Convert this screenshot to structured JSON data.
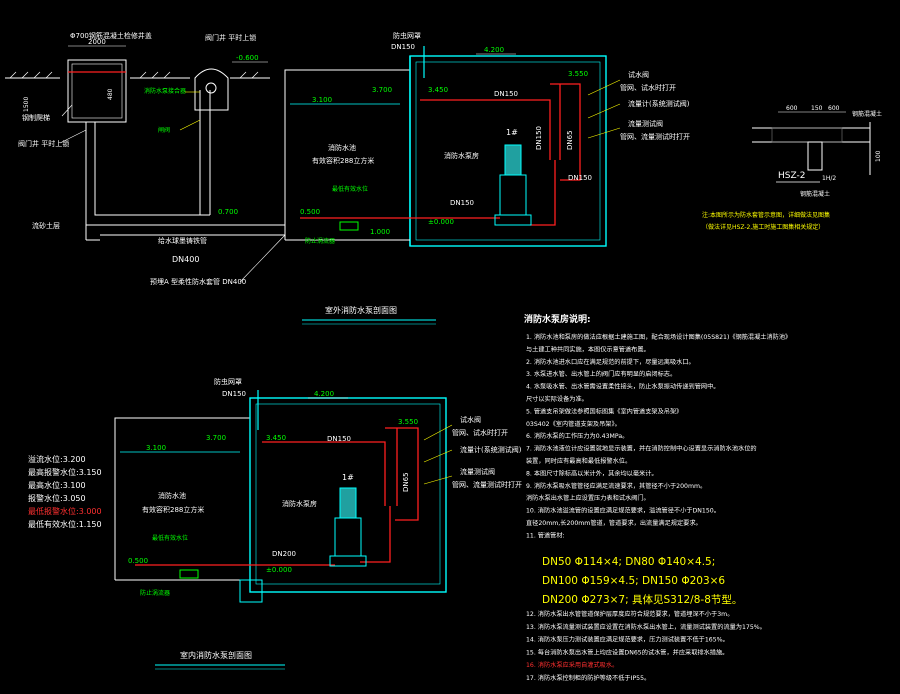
{
  "colors": {
    "background": "#000000",
    "wall": "#00ffff",
    "pipe": "#ff2020",
    "text": "#ffffff",
    "note": "#ffff00",
    "equip": "#00ff00"
  },
  "top": {
    "well_label": "Φ700钢筋混凝土检修井盖",
    "dim_2000": "2000",
    "dim_480": "480",
    "dim_1500": "1500",
    "valve_well_label": "阀门井 平时上锁",
    "elev_m0600": "-0.600",
    "left_label_1": "钢制爬梯",
    "left_label_2": "阀门井 平时上锁",
    "left_label_3": "流砂土层",
    "gate_valve": "消防水泵接合器",
    "check_valve": "闸阀",
    "elev_0700": "0.700",
    "bottom_pipe_label": "给水球墨铸铁管",
    "dn400": "DN400",
    "pre_pipe_label": "预埋A 型柔性防水套管 DN400",
    "vent_label": "防虫网罩",
    "vent_dn": "DN150",
    "elev_4200": "4.200",
    "elev_3550": "3.550",
    "elev_3700": "3.700",
    "elev_3450": "3.450",
    "elev_3100": "3.100",
    "pool_name": "消防水池",
    "pool_cap": "有效容积288立方米",
    "min_level": "最低有效水位",
    "pump_room": "消防水泵房",
    "dn150_a": "DN150",
    "dn150_b": "DN150",
    "dn150_c": "DN150",
    "dn65": "DN65",
    "pump_no": "1#",
    "elev_0500": "0.500",
    "elev_000": "±0.000",
    "elev_1000": "1.000",
    "sump": "防止涡流器",
    "r_label_1": "试水阀",
    "r_label_2": "管网、试水时打开",
    "r_label_3": "流量计(系统测试阀)",
    "r_label_4": "流量测试阀",
    "r_label_5": "管网、流量测试时打开",
    "title": "室外消防水泵剖面图"
  },
  "detail": {
    "d600a": "600",
    "d150": "150",
    "d600b": "600",
    "side": "钢筋混凝土",
    "side2": "100",
    "tag": "HSZ-2",
    "sub": "1H/2",
    "bottom": "钢筋混凝土",
    "note1": "注:本图所示为防水套管示意图，详细做法见图集",
    "note2": "（做法详见HSZ-2,施工时施工图集相关规定）"
  },
  "bottom": {
    "vent_label": "防虫网罩",
    "vent_dn": "DN150",
    "elev_4200": "4.200",
    "elev_3550": "3.550",
    "elev_3700": "3.700",
    "elev_3450": "3.450",
    "elev_3100": "3.100",
    "pool_name": "消防水池",
    "pool_cap": "有效容积288立方米",
    "pump_room": "消防水泵房",
    "dn150": "DN150",
    "dn65": "DN65",
    "dn200": "DN200",
    "pump_no": "1#",
    "elev_0500": "0.500",
    "elev_000": "±0.000",
    "min_level": "最低有效水位",
    "sump": "防止涡流器",
    "r_label_1": "试水阀",
    "r_label_2": "管网、试水时打开",
    "r_label_3": "流量计(系统测试阀)",
    "r_label_4": "流量测试阀",
    "r_label_5": "管网、流量测试时打开",
    "title": "室内消防水泵剖面图"
  },
  "levels": [
    {
      "text": "溢流水位:3.200",
      "color": "#ffffff"
    },
    {
      "text": "最高报警水位:3.150",
      "color": "#ffffff"
    },
    {
      "text": "最高水位:3.100",
      "color": "#ffffff"
    },
    {
      "text": "报警水位:3.050",
      "color": "#ffffff"
    },
    {
      "text": "最低报警水位:3.000",
      "color": "#ff3030"
    },
    {
      "text": "最低有效水位:1.150",
      "color": "#ffffff"
    }
  ],
  "notes": {
    "heading": "消防水泵房说明:",
    "items": [
      {
        "text": "1. 消防水池和泵房的做法应根据土建施工图，配合现场设计图集(05S821)《钢筋混凝土消防池》",
        "color": "#ffffff"
      },
      {
        "text": "   与土建工种共同实施，本图仅示意管道布置。",
        "color": "#ffffff"
      },
      {
        "text": "2. 消防水池进水口应在满足规范的前提下，尽量远离吸水口。",
        "color": "#ffffff"
      },
      {
        "text": "3. 水泵进水管、出水管上的阀门应有明显的启闭标志。",
        "color": "#ffffff"
      },
      {
        "text": "4. 水泵吸水管、出水管需设置柔性接头，防止水泵振动传递到管网中。",
        "color": "#ffffff"
      },
      {
        "text": "   尺寸以实际设备为准。",
        "color": "#ffffff"
      },
      {
        "text": "5. 管道支吊架做法参照国标图集《室内管道支架及吊架》",
        "color": "#ffffff"
      },
      {
        "text": "   03S402《室内管道支架及吊架》。",
        "color": "#ffffff"
      },
      {
        "text": "6. 消防水泵的工作压力为0.43MPa。",
        "color": "#ffffff"
      },
      {
        "text": "7. 消防水池液位计应设置就地显示装置，并在消防控制中心设置显示消防水池水位的",
        "color": "#ffffff"
      },
      {
        "text": "   装置，同时应有最高和最低报警水位。",
        "color": "#ffffff"
      },
      {
        "text": "8. 本图尺寸除标高以米计外，其余均以毫米计。",
        "color": "#ffffff"
      },
      {
        "text": "9. 消防水泵吸水管管径应满足流速要求，其管径不小于200mm。",
        "color": "#ffffff"
      },
      {
        "text": "   消防水泵出水管上应设置压力表和试水阀门。",
        "color": "#ffffff"
      },
      {
        "text": "10. 消防水池溢流管的设置应满足规范要求，溢流管径不小于DN150。",
        "color": "#ffffff"
      },
      {
        "text": "    直径20mm,长200mm管道，管道要求，出流量满足规定要求。",
        "color": "#ffffff"
      },
      {
        "text": "11. 管道管材:",
        "color": "#ffffff"
      }
    ],
    "pipe_spec": [
      {
        "text": "DN50    Φ114×4;    DN80    Φ140×4.5;"
      },
      {
        "text": "DN100   Φ159×4.5;  DN150   Φ203×6"
      },
      {
        "text": "DN200   Φ273×7;  具体见S312/8-8节型。"
      }
    ],
    "more": [
      {
        "text": "12. 消防水泵出水管管道保护层厚度应符合规范要求，管道埋深不小于3m。",
        "color": "#ffffff"
      },
      {
        "text": "13. 消防水泵流量测试装置应设置在消防水泵出水管上，流量测试装置的流量为175%。",
        "color": "#ffffff"
      },
      {
        "text": "14. 消防水泵压力测试装置应满足规范要求，压力测试装置不低于165%。",
        "color": "#ffffff"
      },
      {
        "text": "15. 每台消防水泵出水管上均应设置DN65的试水管，并应采取排水措施。",
        "color": "#ffffff"
      },
      {
        "text": "16. 消防水泵应采用自灌式吸水。",
        "color": "#ff3030"
      },
      {
        "text": "17. 消防水泵控制柜的防护等级不低于IP55。",
        "color": "#ffffff"
      }
    ]
  }
}
